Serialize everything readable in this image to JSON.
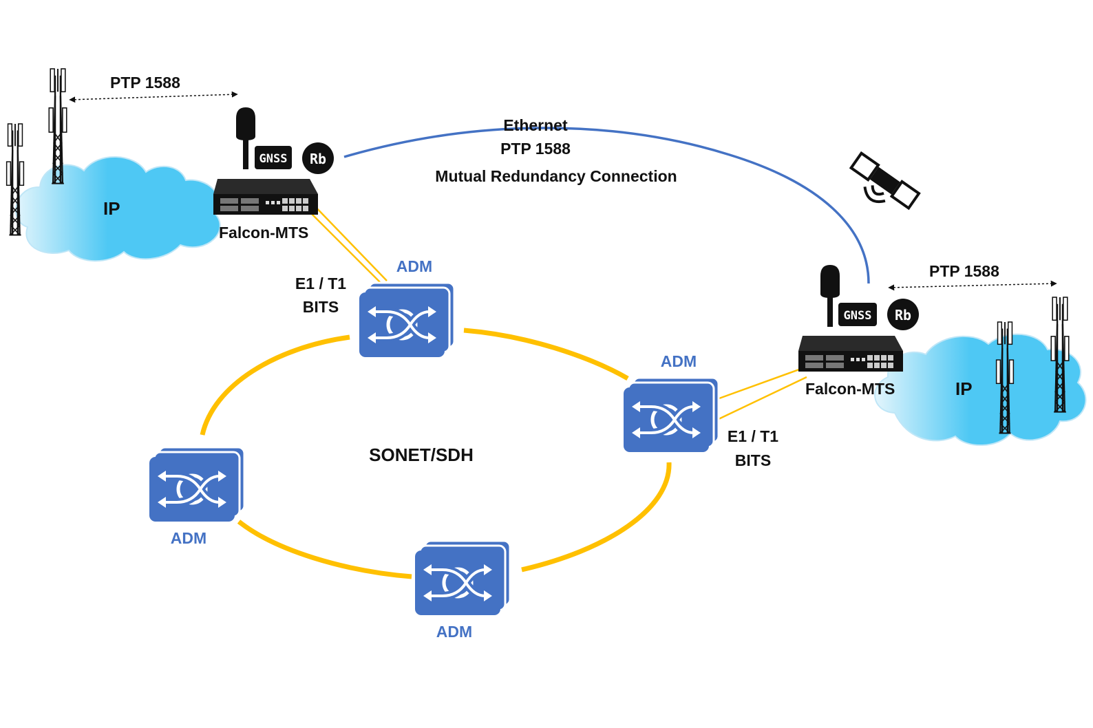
{
  "labels": {
    "ptp_left": "PTP 1588",
    "ptp_right": "PTP 1588",
    "eth_line1": "Ethernet",
    "eth_line2": "PTP 1588",
    "eth_line3": "Mutual Redundancy Connection",
    "ip_left": "IP",
    "ip_right": "IP",
    "falcon_left": "Falcon-MTS",
    "falcon_right": "Falcon-MTS",
    "gnss": "GNSS",
    "rb": "Rb",
    "e1_left_1": "E1 / T1",
    "e1_left_2": "BITS",
    "e1_right_1": "E1 / T1",
    "e1_right_2": "BITS",
    "sonet": "SONET/SDH",
    "adm_top": "ADM",
    "adm_right": "ADM",
    "adm_left": "ADM",
    "adm_bottom": "ADM",
    "device_brand": "Falcon-MTS"
  },
  "colors": {
    "ring": "#FFC000",
    "ethernet": "#4472C4",
    "adm_fill": "#4472C4",
    "adm_label": "#4472C4",
    "cloud_fill": "#4EC8F4",
    "cloud_light": "#E3F5FC",
    "text": "#111111"
  },
  "icons": [
    "cell-tower-icon",
    "cloud-icon",
    "antenna-icon",
    "gnss-badge-icon",
    "rubidium-badge-icon",
    "satellite-icon",
    "adm-switch-icon",
    "arrow-icon"
  ]
}
